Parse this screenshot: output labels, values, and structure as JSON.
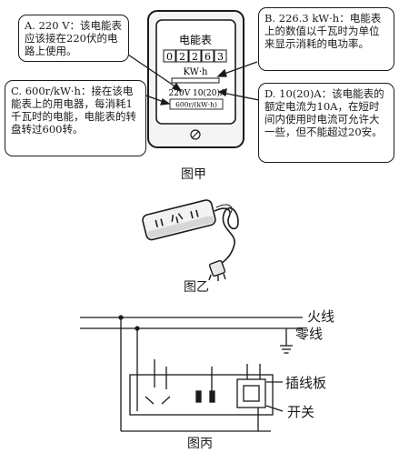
{
  "meter": {
    "title": "电能表",
    "digits": [
      "0",
      "2",
      "2",
      "6",
      "3"
    ],
    "unit": "KW·h",
    "rating": "220V 10(20)A",
    "constant": "600r/(kW·h)",
    "screw_symbol": "⊘"
  },
  "callouts": {
    "a": "A. 220 V：该电能表应该接在220伏的电路上使用。",
    "b": "B. 226.3 kW·h：电能表上的数值以千瓦时为单位来显示消耗的电功率。",
    "c": "C. 600r/kW·h：接在该电能表上的用电器，每消耗1千瓦时的电能，电能表的转盘转过600转。",
    "d": "D. 10(20)A：该电能表的额定电流为10A，在短时间内使用时电流可允许大一些，但不能超过20安。"
  },
  "captions": {
    "jia": "图甲",
    "yi": "图乙",
    "bing": "图丙"
  },
  "circuit": {
    "live_wire": "火线",
    "neutral_wire": "零线",
    "power_strip": "插线板",
    "switch": "开关"
  }
}
